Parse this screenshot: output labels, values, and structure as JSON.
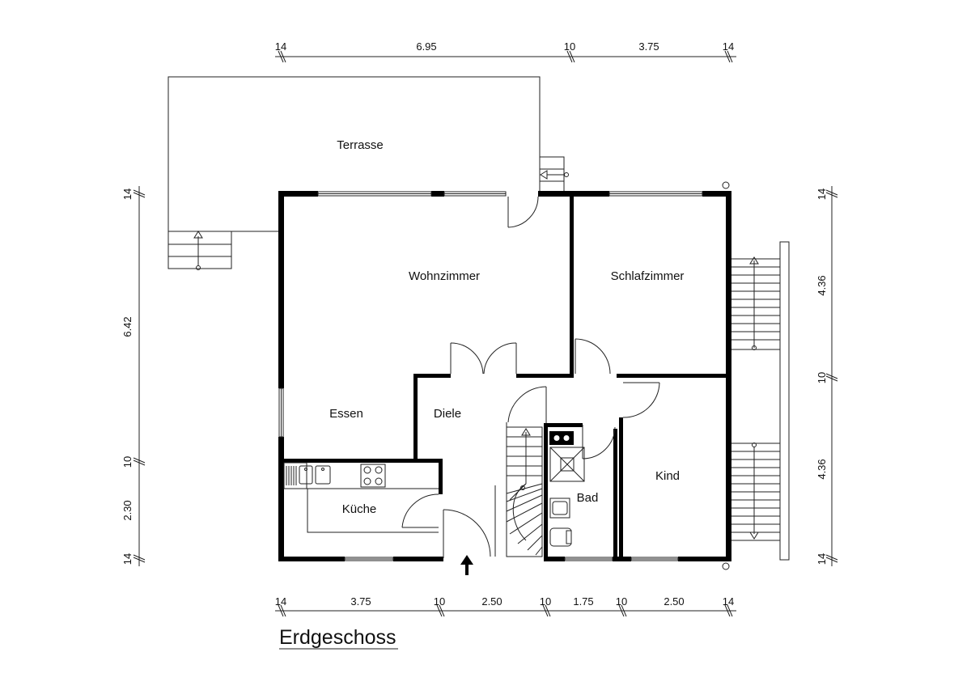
{
  "title": "Erdgeschoss",
  "rooms": {
    "terrasse": "Terrasse",
    "wohnzimmer": "Wohnzimmer",
    "schlafzimmer": "Schlafzimmer",
    "essen": "Essen",
    "diele": "Diele",
    "kueche": "Küche",
    "bad": "Bad",
    "kind": "Kind"
  },
  "dimensions": {
    "top": [
      "14",
      "6.95",
      "10",
      "3.75",
      "14"
    ],
    "bottom": [
      "14",
      "3.75",
      "10",
      "2.50",
      "10",
      "1.75",
      "10",
      "2.50",
      "14"
    ],
    "left": [
      "14",
      "6.42",
      "10",
      "2.30",
      "14"
    ],
    "right": [
      "14",
      "4.36",
      "10",
      "4.36",
      "14"
    ]
  }
}
